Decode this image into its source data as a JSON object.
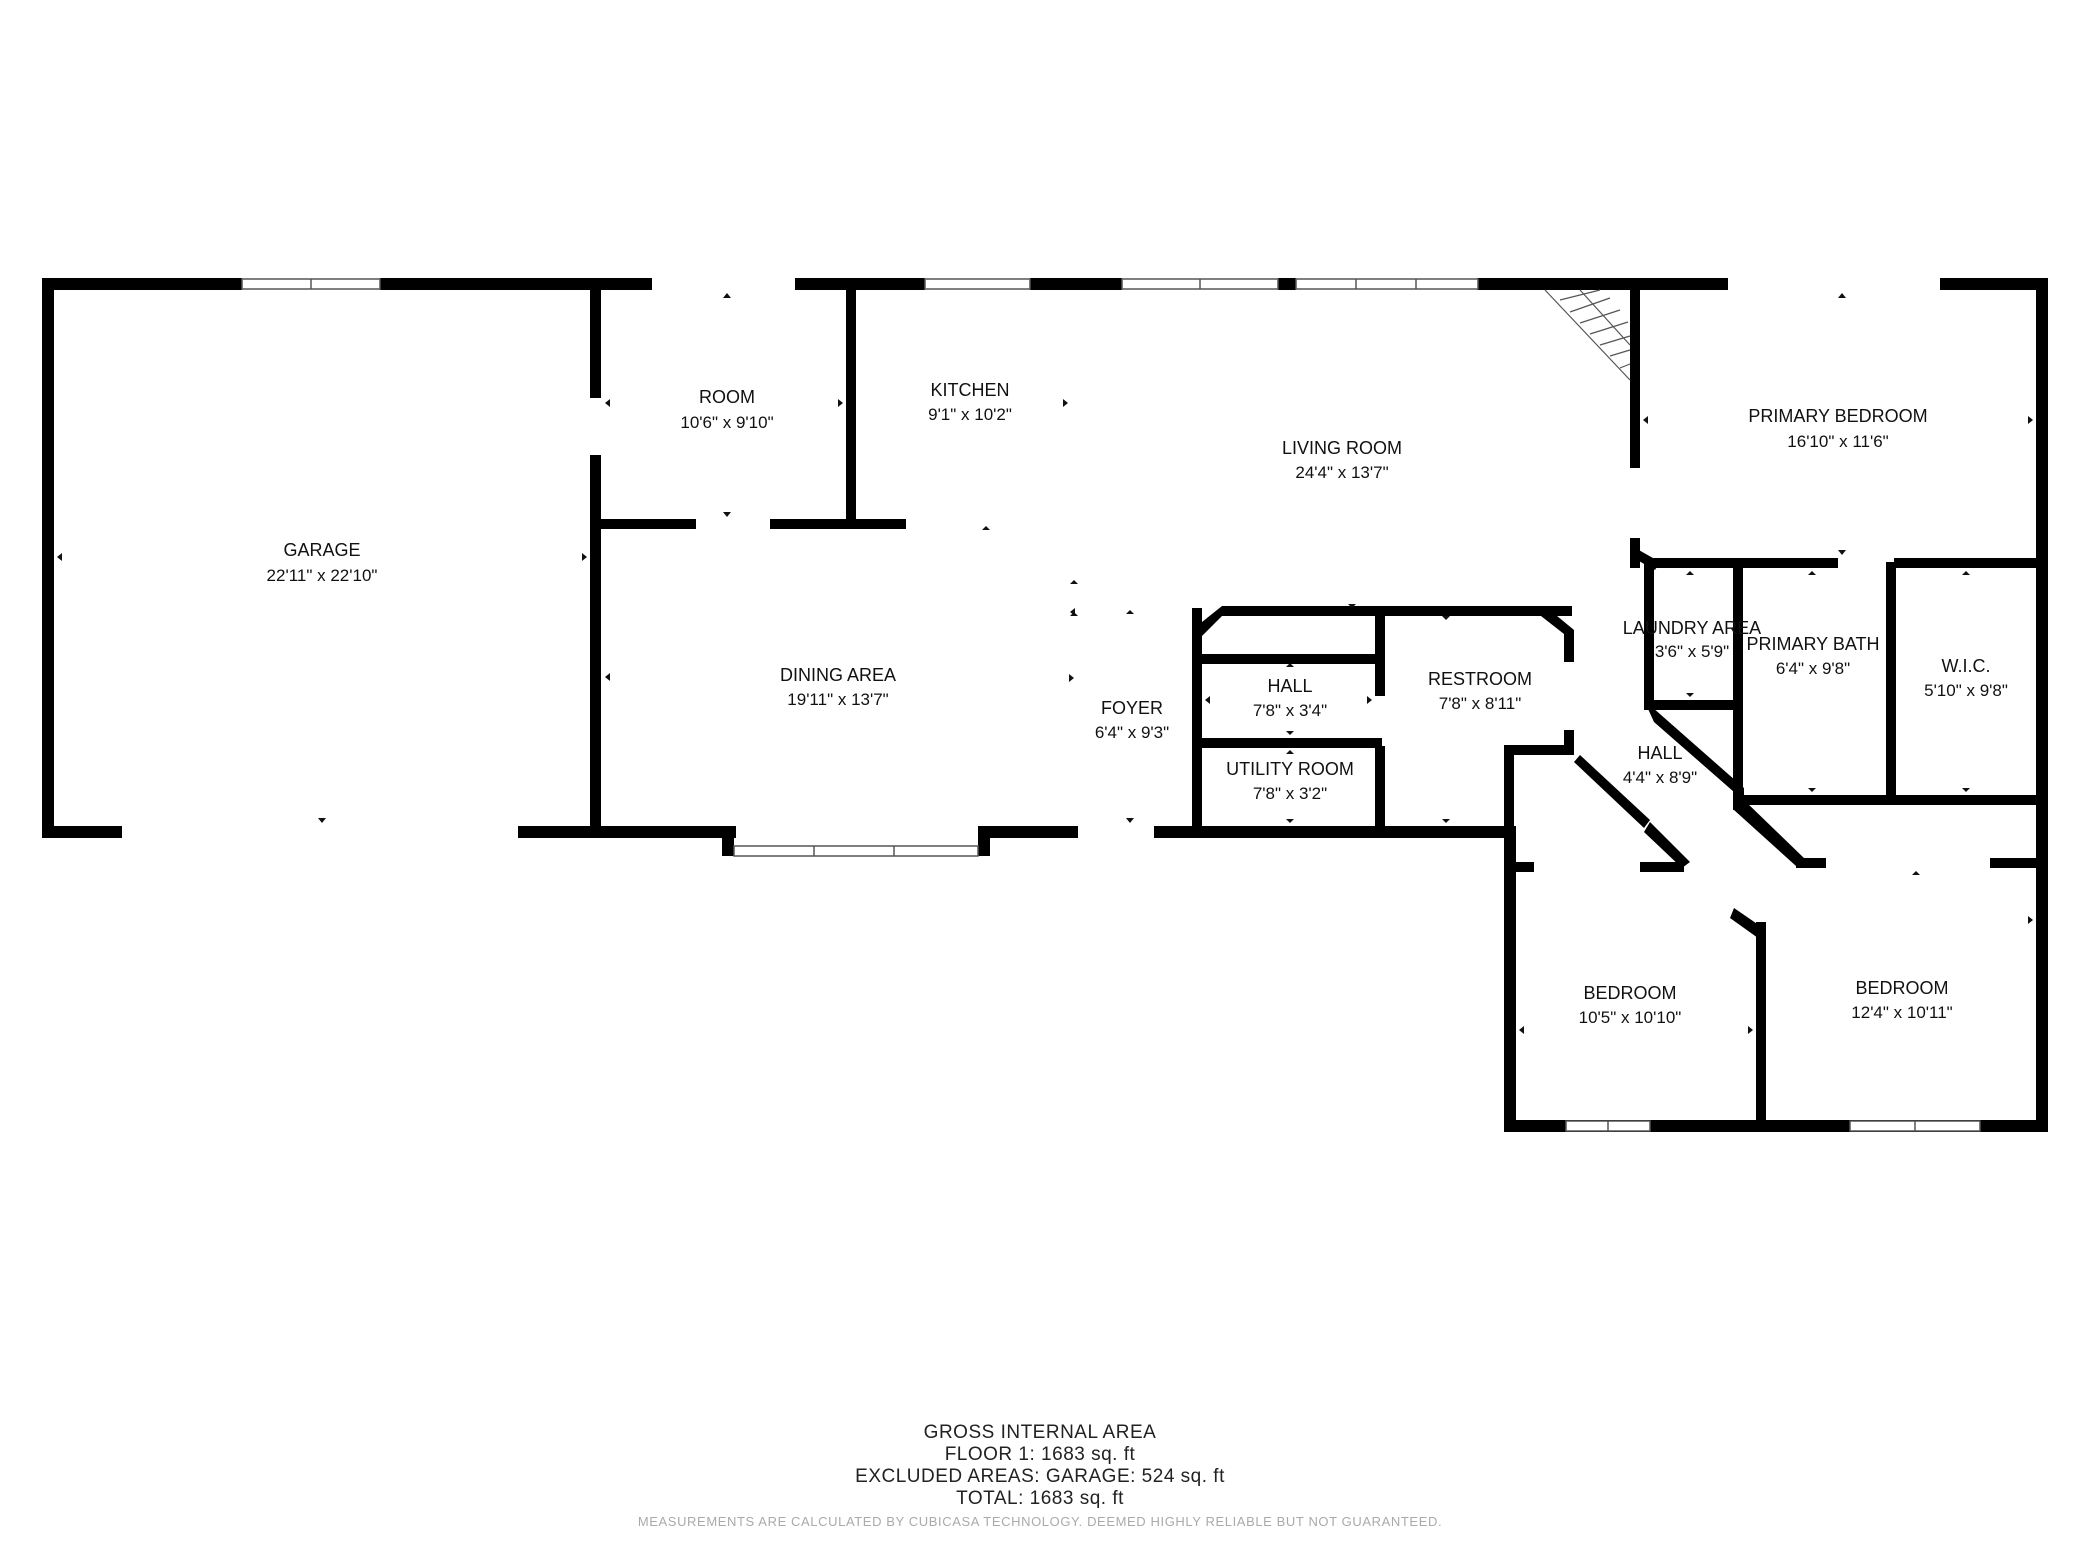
{
  "rooms": {
    "garage": {
      "name": "GARAGE",
      "dim": "22'11\" x 22'10\""
    },
    "room": {
      "name": "ROOM",
      "dim": "10'6\" x 9'10\""
    },
    "kitchen": {
      "name": "KITCHEN",
      "dim": "9'1\" x 10'2\""
    },
    "living_room": {
      "name": "LIVING ROOM",
      "dim": "24'4\" x 13'7\""
    },
    "primary_bedroom": {
      "name": "PRIMARY BEDROOM",
      "dim": "16'10\" x 11'6\""
    },
    "dining_area": {
      "name": "DINING AREA",
      "dim": "19'11\" x 13'7\""
    },
    "foyer": {
      "name": "FOYER",
      "dim": "6'4\" x 9'3\""
    },
    "hall_1": {
      "name": "HALL",
      "dim": "7'8\" x 3'4\""
    },
    "utility_room": {
      "name": "UTILITY ROOM",
      "dim": "7'8\" x 3'2\""
    },
    "restroom": {
      "name": "RESTROOM",
      "dim": "7'8\" x 8'11\""
    },
    "laundry_area": {
      "name": "LAUNDRY AREA",
      "dim": "3'6\" x 5'9\""
    },
    "primary_bath": {
      "name": "PRIMARY BATH",
      "dim": "6'4\" x 9'8\""
    },
    "wic": {
      "name": "W.I.C.",
      "dim": "5'10\" x 9'8\""
    },
    "hall_2": {
      "name": "HALL",
      "dim": "4'4\" x 8'9\""
    },
    "bedroom_1": {
      "name": "BEDROOM",
      "dim": "10'5\" x 10'10\""
    },
    "bedroom_2": {
      "name": "BEDROOM",
      "dim": "12'4\" x 10'11\""
    }
  },
  "summary": {
    "heading": "GROSS INTERNAL AREA",
    "floor": "FLOOR 1: 1683 sq. ft",
    "excluded": "EXCLUDED AREAS: GARAGE: 524 sq. ft",
    "total": "TOTAL: 1683 sq. ft",
    "disclaimer": "MEASUREMENTS ARE CALCULATED BY CUBICASA TECHNOLOGY. DEEMED HIGHLY RELIABLE BUT NOT GUARANTEED."
  },
  "colors": {
    "wall": "#000000",
    "background": "#ffffff"
  }
}
